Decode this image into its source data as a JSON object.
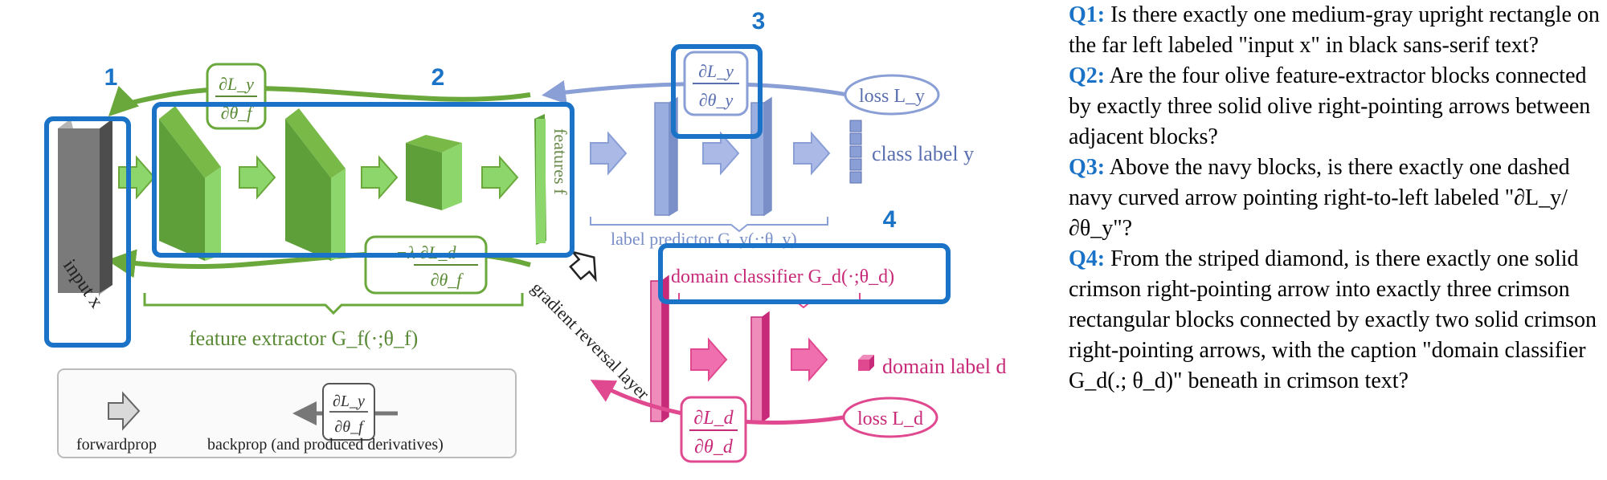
{
  "diagram": {
    "callouts": [
      "1",
      "2",
      "3",
      "4"
    ],
    "input_label": "input x",
    "features_label": "features f",
    "class_label": "class label y",
    "domain_label": "domain label d",
    "feature_extractor_label": "feature extractor G_f(·;θ_f)",
    "label_predictor_label": "label predictor G_y(·;θ_y)",
    "domain_classifier_label": "domain classifier G_d(·;θ_d)",
    "loss_y": "loss L_y",
    "loss_d": "loss L_d",
    "grl_label": "gradient reversal layer",
    "deriv_f_num": "∂L_y",
    "deriv_f_den": "∂θ_f",
    "deriv_y_num": "∂L_y",
    "deriv_y_den": "∂θ_y",
    "deriv_d_num": "∂L_d",
    "deriv_d_den": "∂θ_d",
    "neg_lambda_num": "−λ ∂L_d",
    "neg_lambda_den": "∂θ_f",
    "legend": {
      "forward_label": "forwardprop",
      "backprop_label": "backprop (and produced derivatives)",
      "deriv_num": "∂L_y",
      "deriv_den": "∂θ_f"
    },
    "colors": {
      "highlight": "#1a73c6",
      "olive": "#7ec554",
      "navy": "#8a9fd6",
      "crimson": "#e0498f"
    }
  },
  "questions": [
    {
      "label": "Q1:",
      "text": "Is there exactly one medium-gray upright rectangle on the far left labeled \"input x\" in black sans-serif text?"
    },
    {
      "label": "Q2:",
      "text": "Are the four olive feature-extractor blocks connected by exactly three solid olive right-pointing arrows between adjacent blocks?"
    },
    {
      "label": "Q3:",
      "text": "Above the navy blocks, is there exactly one dashed navy curved arrow pointing right-to-left labeled \"∂L_y/∂θ_y\"?"
    },
    {
      "label": "Q4:",
      "text": "From the striped diamond, is there exactly one solid crimson right-pointing arrow into exactly three crimson rectangular blocks connected by exactly two solid crimson right-pointing arrows, with the caption \"domain classifier G_d(.; θ_d)\" beneath in crimson text?"
    }
  ]
}
